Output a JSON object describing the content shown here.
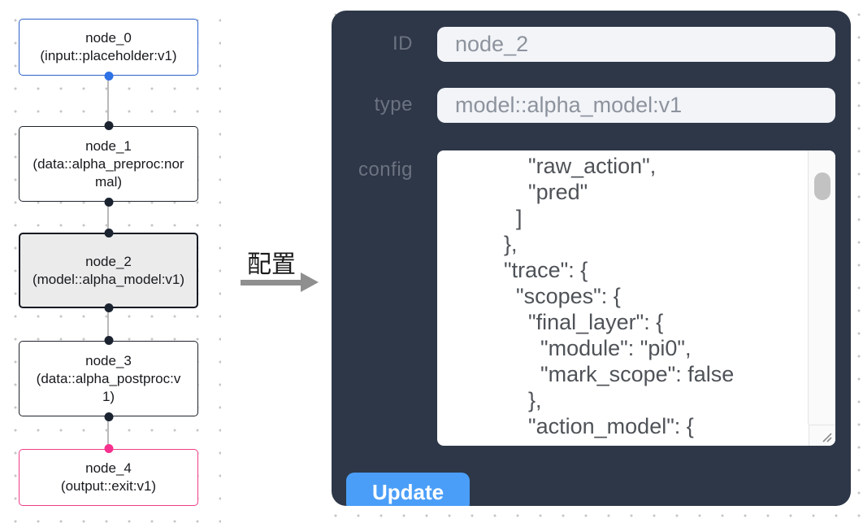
{
  "canvas": {
    "nodes": [
      {
        "id": "node_0",
        "type_label": "(input::placeholder:v1)",
        "variant": "input"
      },
      {
        "id": "node_1",
        "type_label": "(data::alpha_preproc:normal)",
        "variant": "default"
      },
      {
        "id": "node_2",
        "type_label": "(model::alpha_model:v1)",
        "variant": "selected"
      },
      {
        "id": "node_3",
        "type_label": "(data::alpha_postproc:v1)",
        "variant": "default"
      },
      {
        "id": "node_4",
        "type_label": "(output::exit:v1)",
        "variant": "output"
      }
    ]
  },
  "transition": {
    "label": "配置"
  },
  "panel": {
    "fields": [
      {
        "label": "ID",
        "value": "node_2"
      },
      {
        "label": "type",
        "value": "model::alpha_model:v1"
      }
    ],
    "config": {
      "label": "config",
      "value": "            \"raw_action\",\n            \"pred\"\n          ]\n        },\n        \"trace\": {\n          \"scopes\": {\n            \"final_layer\": {\n              \"module\": \"pi0\",\n              \"mark_scope\": false\n            },\n            \"action_model\": {"
    },
    "update_label": "Update"
  },
  "colors": {
    "panel_bg": "#2d3748",
    "input_node_accent": "#2b62c9",
    "output_node_accent": "#ee3d87",
    "selected_node_bg": "#ebebeb",
    "default_node_border": "#1d222b",
    "edge": "#b9b9b9",
    "update_button": "#4a9ef8"
  }
}
